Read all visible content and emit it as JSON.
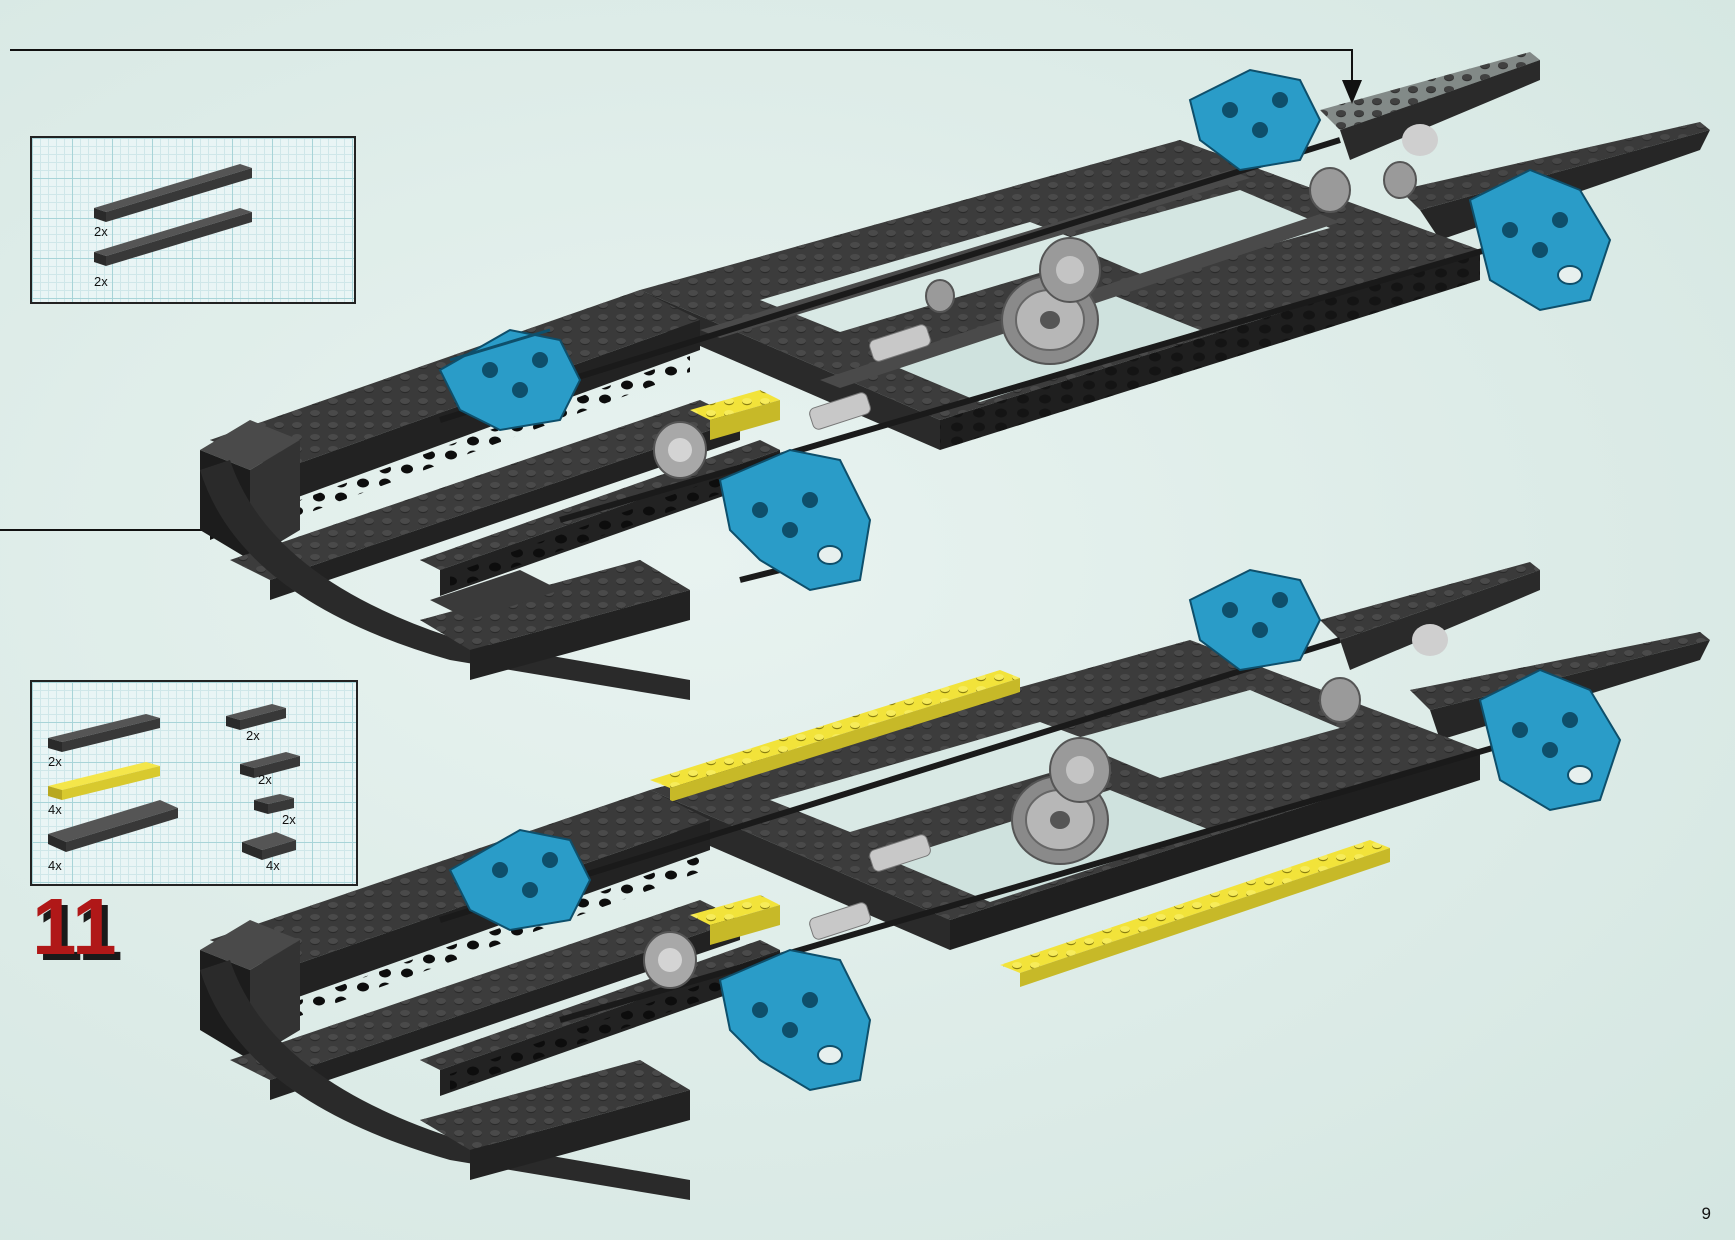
{
  "step": {
    "number": "11"
  },
  "page": {
    "number": "9"
  },
  "parts_box_top": {
    "items": [
      {
        "qty": "2x",
        "part": "black-plate-1x8"
      },
      {
        "qty": "2x",
        "part": "black-plate-1x8"
      }
    ]
  },
  "parts_box_bottom": {
    "left_items": [
      {
        "qty": "2x",
        "part": "black-plate-1x6"
      },
      {
        "qty": "4x",
        "part": "yellow-plate-1x6"
      },
      {
        "qty": "4x",
        "part": "black-plate-2x6"
      }
    ],
    "right_items": [
      {
        "qty": "2x",
        "part": "black-plate-1x3"
      },
      {
        "qty": "2x",
        "part": "black-plate-1x3"
      },
      {
        "qty": "2x",
        "part": "black-plate-1x2"
      },
      {
        "qty": "4x",
        "part": "black-plate-2x2"
      }
    ]
  },
  "colors": {
    "black_brick": "#3a3a3a",
    "blue_part": "#2a9cc8",
    "yellow_part": "#f2e33a",
    "step_number_red": "#b01818"
  }
}
